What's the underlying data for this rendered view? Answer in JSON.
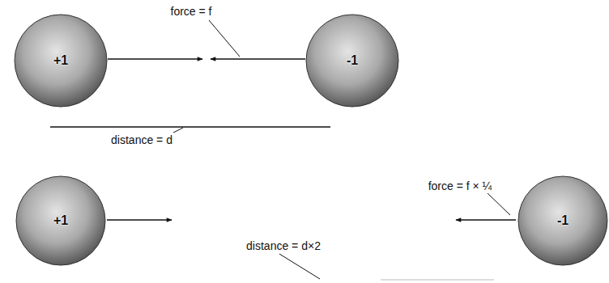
{
  "diagram": {
    "nodes": [
      {
        "text": [
          "+1"
        ]
      },
      {
        "text": [
          "-1"
        ]
      },
      {
        "text": [
          "+1"
        ]
      },
      {
        "text": [
          "-1"
        ]
      }
    ],
    "labels": [
      "force = f",
      "distance = d",
      "force = f × ¼",
      "distance = d×2"
    ]
  }
}
